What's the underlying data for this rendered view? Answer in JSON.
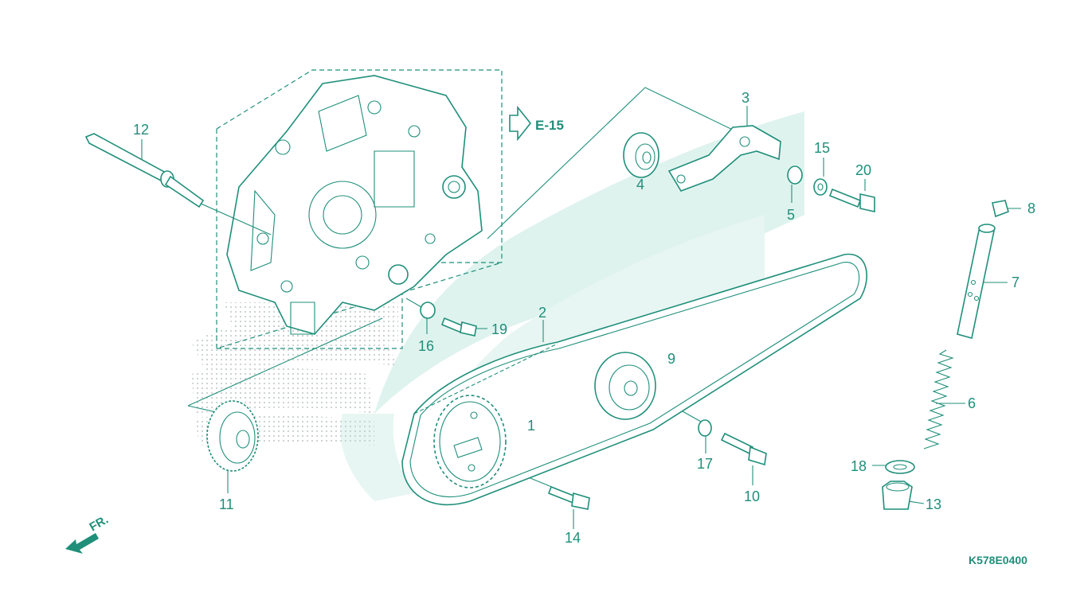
{
  "diagram": {
    "part_numbers": [
      "1",
      "2",
      "3",
      "4",
      "5",
      "6",
      "7",
      "8",
      "9",
      "10",
      "11",
      "12",
      "13",
      "14",
      "15",
      "16",
      "17",
      "18",
      "19",
      "20"
    ],
    "reference": "E-15",
    "front_marker": "FR.",
    "drawing_code": "K578E0400",
    "colors": {
      "line": "#1f8f7a",
      "watermark": "#dff3ee",
      "dots": "#c9cfcd"
    }
  }
}
